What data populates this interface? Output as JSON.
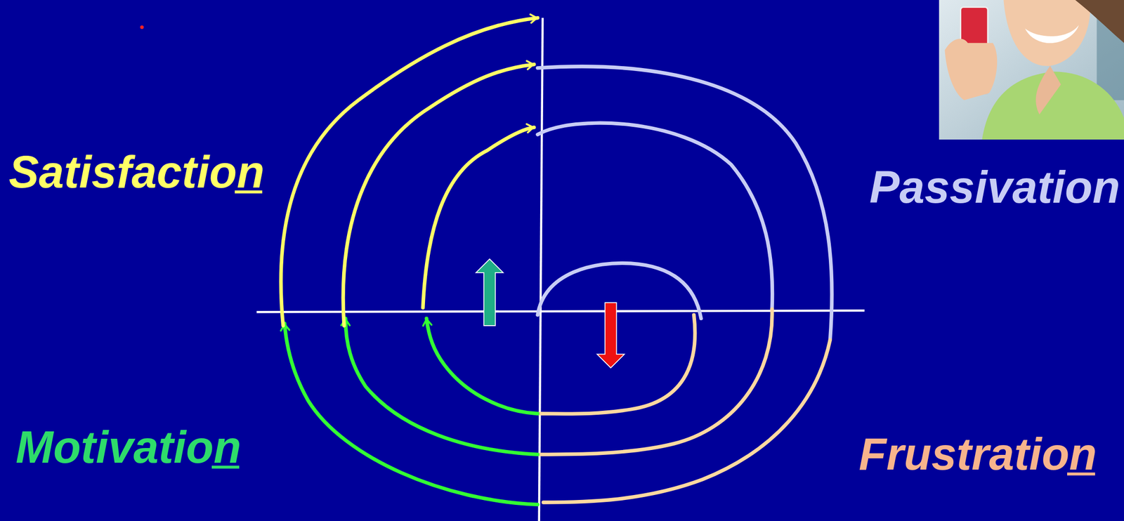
{
  "diagram": {
    "labels": [
      "Satisfaction",
      "Passivation",
      "Motivation",
      "Frustration"
    ]
  }
}
